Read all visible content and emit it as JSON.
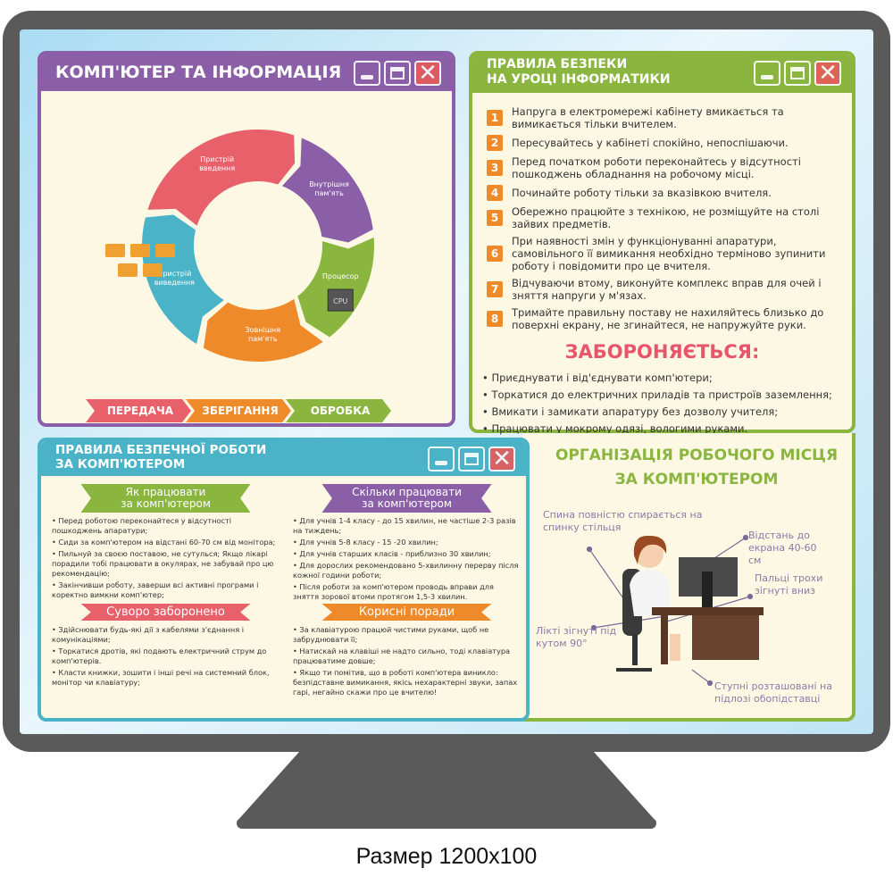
{
  "colors": {
    "purple": "#8a5fa8",
    "green": "#8ab53f",
    "teal": "#4ab3c8",
    "orange": "#ef8a2a",
    "red": "#e85a6a",
    "cream": "#fdf8e4",
    "frame": "#5a5a5a"
  },
  "window_buttons": [
    "minimize-icon",
    "maximize-icon",
    "close-icon"
  ],
  "close_glyph": "✕",
  "panel_info": {
    "title": "КОМП'ЮТЕР ТА ІНФОРМАЦІЯ",
    "cycle": [
      {
        "label1": "Пристрій",
        "label2": "введення",
        "color": "#e8606a"
      },
      {
        "label1": "Внутрішня",
        "label2": "пам'ять",
        "color": "#8a5fa8"
      },
      {
        "label1": "Процесор",
        "label2": "",
        "color": "#8ab53f"
      },
      {
        "label1": "Зовнішня",
        "label2": "пам'ять",
        "color": "#ef8a2a"
      },
      {
        "label1": "Пристрій",
        "label2": "виведення",
        "color": "#4ab3c8"
      }
    ],
    "cpu_label": "CPU",
    "arrows": [
      {
        "label": "ПЕРЕДАЧА",
        "color": "#e8606a"
      },
      {
        "label": "ЗБЕРІГАННЯ",
        "color": "#ef8a2a"
      },
      {
        "label": "ОБРОБКА",
        "color": "#8ab53f"
      }
    ]
  },
  "panel_safety": {
    "title_line1": "ПРАВИЛА БЕЗПЕКИ",
    "title_line2": "НА УРОЦІ ІНФОРМАТИКИ",
    "rules": [
      {
        "n": "1",
        "text": "Напруга в електромережі кабінету вмикається та вимикається тільки вчителем."
      },
      {
        "n": "2",
        "text": "Пересувайтесь у кабінеті спокійно, непоспішаючи."
      },
      {
        "n": "3",
        "text": "Перед початком роботи переконайтесь у відсутності пошкоджень обладнання на робочому місці."
      },
      {
        "n": "4",
        "text": "Починайте роботу тільки за вказівкою вчителя."
      },
      {
        "n": "5",
        "text": "Обережно працюйте з технікою, не розміщуйте на столі зайвих предметів."
      },
      {
        "n": "6",
        "text": "При наявності змін у функціонуванні апаратури, самовільного її вимикання необхідно терміново зупинити роботу і повідомити про це вчителя."
      },
      {
        "n": "7",
        "text": "Відчуваючи втому, виконуйте комплекс вправ для очей і зняття напруги у м'язах."
      },
      {
        "n": "8",
        "text": "Тримайте правильну поставу не нахиляйтесь близько до поверхні екрану, не згинайтеся, не напружуйте руки."
      }
    ],
    "forbidden_title": "ЗАБОРОНЯЄТЬСЯ:",
    "forbidden": [
      "• Приєднувати і від'єднувати комп'ютери;",
      "• Торкатися до електричних приладів та пристроїв заземлення;",
      "• Вмикати і замикати апаратуру без дозволу учителя;",
      "• Працювати у мокрому одязі, вологими руками."
    ]
  },
  "panel_work": {
    "title_line1": "ПРАВИЛА БЕЗПЕЧНОЇ РОБОТИ",
    "title_line2": "ЗА КОМП'ЮТЕРОМ",
    "how": {
      "title1": "Як працювати",
      "title2": "за комп'ютером",
      "items": [
        "• Перед роботою переконайтеся у відсутності пошкоджень апаратури;",
        "• Сиди за комп'ютером на відстані 60-70 см від монітора;",
        "• Пильнуй за своєю поставою, не сутулься; Якщо лікарі порадили тобі працювати в окулярах, не забувай про цю рекомендацію;",
        "• Закінчивши роботу, заверши всі активні програми і коректно вимкни комп'ютер;"
      ]
    },
    "forbidden": {
      "title": "Суворо заборонено",
      "items": [
        "• Здійснювати будь-які дії з кабелями з'єднання і комунікаціями;",
        "• Торкатися дротів, які подають електричний струм до комп'ютерів.",
        "• Класти книжки, зошити і інші речі на системний блок, монітор чи клавіатуру;"
      ]
    },
    "howlong": {
      "title1": "Скільки працювати",
      "title2": "за комп'ютером",
      "items": [
        "• Для учнів 1-4 класу - до 15 хвилин, не частіше 2-3 разів на тиждень;",
        "• Для учнів 5-8 класу - 15 -20 хвилин;",
        "• Для учнів старших класів - приблизно 30 хвилин;",
        "• Для дорослих рекомендовано 5-хвилинну перерву після кожної години роботи;",
        "• Після роботи за комп'ютером проводь вправи для зняття зорової втоми протягом 1,5-3 хвилин."
      ]
    },
    "tips": {
      "title": "Корисні поради",
      "items": [
        "• За клавіатурою працюй чистими руками, щоб не забруднювати її;",
        "• Натискай на клавіші не надто сильно, тоді клавіатура працюватиме довше;",
        "• Якщо ти помітив, що в роботі комп'ютера виникло: безпідставне вимикання, якісь нехарактерні звуки, запах гарі, негайно скажи про це вчителю!"
      ]
    }
  },
  "panel_org": {
    "title_line1": "ОРГАНІЗАЦІЯ РОБОЧОГО МІСЦЯ",
    "title_line2": "ЗА КОМП'ЮТЕРОМ",
    "notes": {
      "back": "Спина повністю спирається на спинку стільця",
      "distance": "Відстань до екрана 40-60 см",
      "fingers": "Пальці трохи зігнуті вниз",
      "elbows": "Лікті зігнуті під кутом 90°",
      "feet": "Ступні розташовані на підлозі обопідставці"
    }
  },
  "caption": "Размер 1200х100"
}
